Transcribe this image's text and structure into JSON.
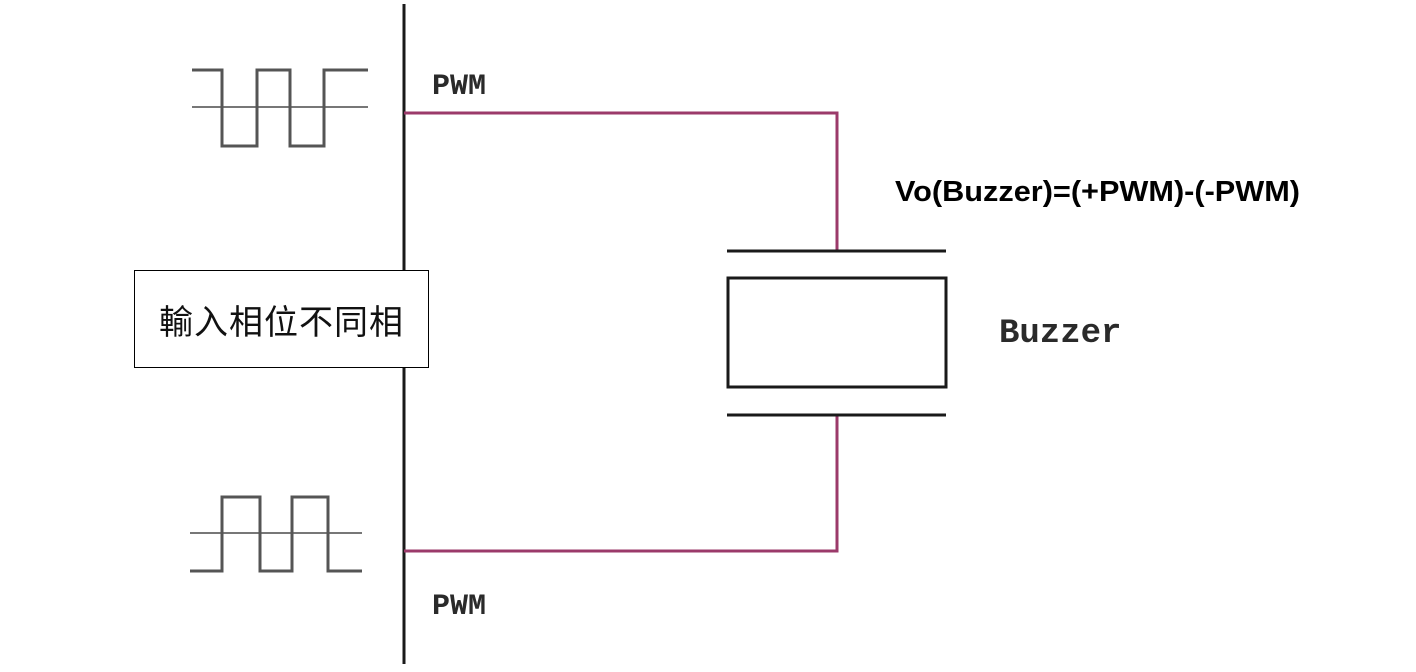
{
  "labels": {
    "pwm_top": "PWM",
    "pwm_bottom": "PWM",
    "buzzer": "Buzzer",
    "formula": "Vo(Buzzer)=(+PWM)-(-PWM)",
    "phase_note": "輸入相位不同相"
  },
  "colors": {
    "wire": "#9b3a6a",
    "bus": "#1a1a1a",
    "waveform": "#555555",
    "text": "#000000"
  }
}
